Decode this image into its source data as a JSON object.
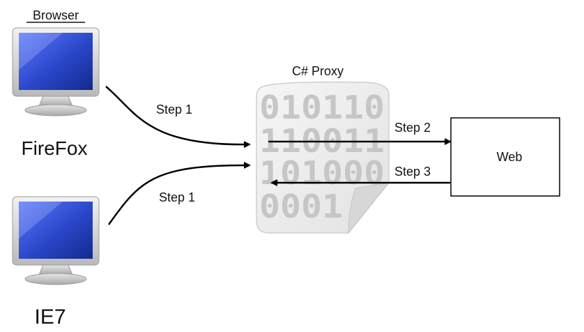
{
  "browser_group": {
    "title": "Browser"
  },
  "clients": [
    {
      "name": "FireFox"
    },
    {
      "name": "IE7"
    }
  ],
  "proxy": {
    "title": "C# Proxy",
    "binary_lines": [
      "010110",
      "110011",
      "101000",
      "0001"
    ]
  },
  "web": {
    "label": "Web"
  },
  "steps": {
    "firefox_to_proxy": "Step 1",
    "ie7_to_proxy": "Step 1",
    "proxy_to_web": "Step 2",
    "web_to_proxy": "Step 3"
  },
  "colors": {
    "screen_blue": "#2a46c8",
    "monitor_frame": "#cfcfcf",
    "paper": "#efefef",
    "binary_text": "#c6c6c6",
    "stroke": "#000000"
  }
}
